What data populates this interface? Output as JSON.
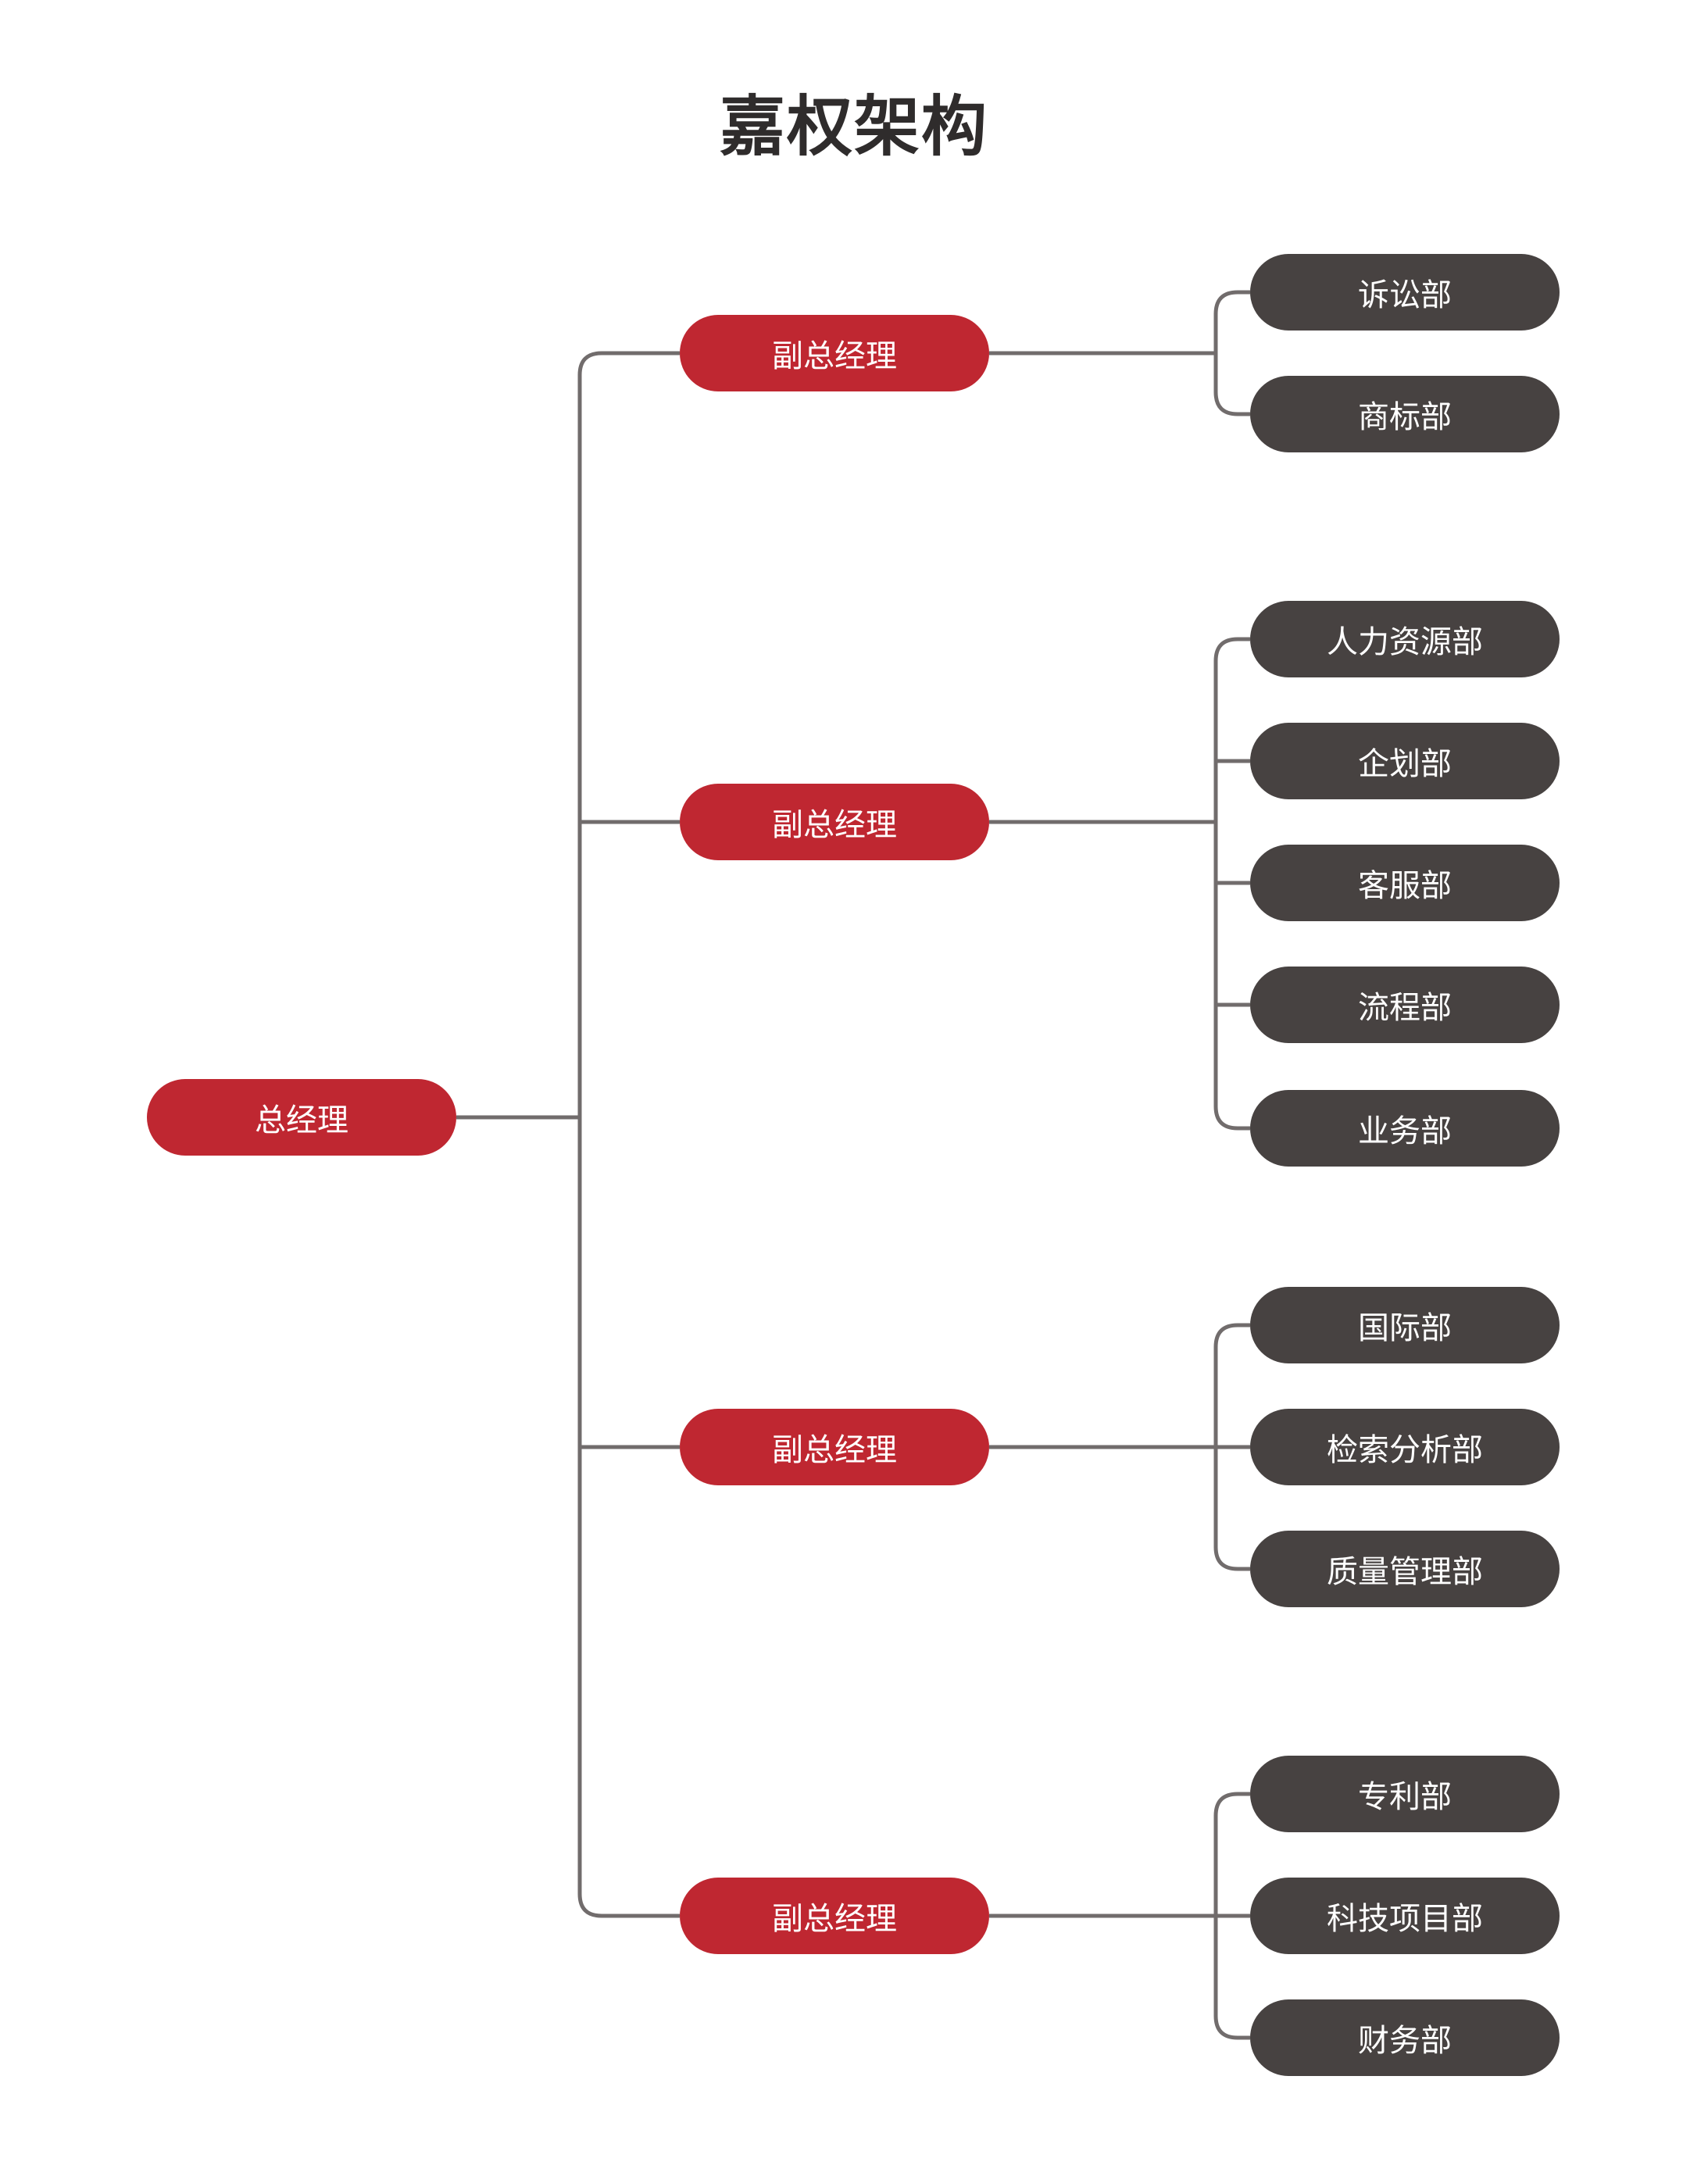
{
  "title": "嘉权架构",
  "colors": {
    "manager": "#bf2731",
    "department": "#474241",
    "connector": "#716c6c"
  },
  "root": {
    "label": "总经理"
  },
  "branches": [
    {
      "label": "副总经理",
      "departments": [
        "诉讼部",
        "商标部"
      ]
    },
    {
      "label": "副总经理",
      "departments": [
        "人力资源部",
        "企划部",
        "客服部",
        "流程部",
        "业务部"
      ]
    },
    {
      "label": "副总经理",
      "departments": [
        "国际部",
        "检索分析部",
        "质量管理部"
      ]
    },
    {
      "label": "副总经理",
      "departments": [
        "专利部",
        "科技项目部",
        "财务部"
      ]
    }
  ]
}
